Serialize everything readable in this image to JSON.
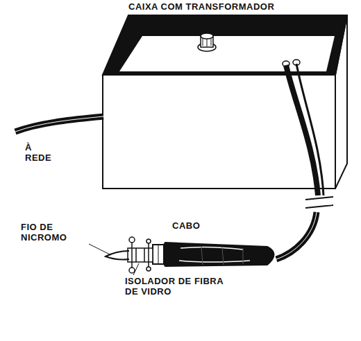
{
  "diagram": {
    "labels": [
      "CAIXA COM TRANSFORMADOR",
      "À REDE",
      "CABO",
      "FIO DE NICROMO",
      "ISOLADOR DE FIBRA DE VIDRO"
    ]
  }
}
